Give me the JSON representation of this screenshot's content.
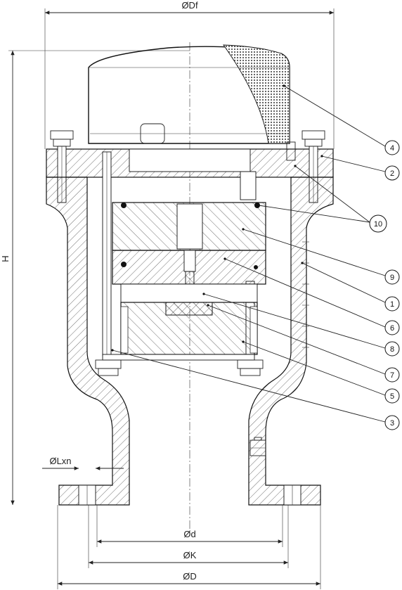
{
  "dimensions": {
    "top_width": "ØDf",
    "height": "H",
    "drain": "ØLxn",
    "inner_d": "Ød",
    "bolt_circle": "ØK",
    "outer_d": "ØD"
  },
  "callouts": [
    "4",
    "2",
    "10",
    "9",
    "1",
    "6",
    "8",
    "7",
    "5",
    "3"
  ]
}
